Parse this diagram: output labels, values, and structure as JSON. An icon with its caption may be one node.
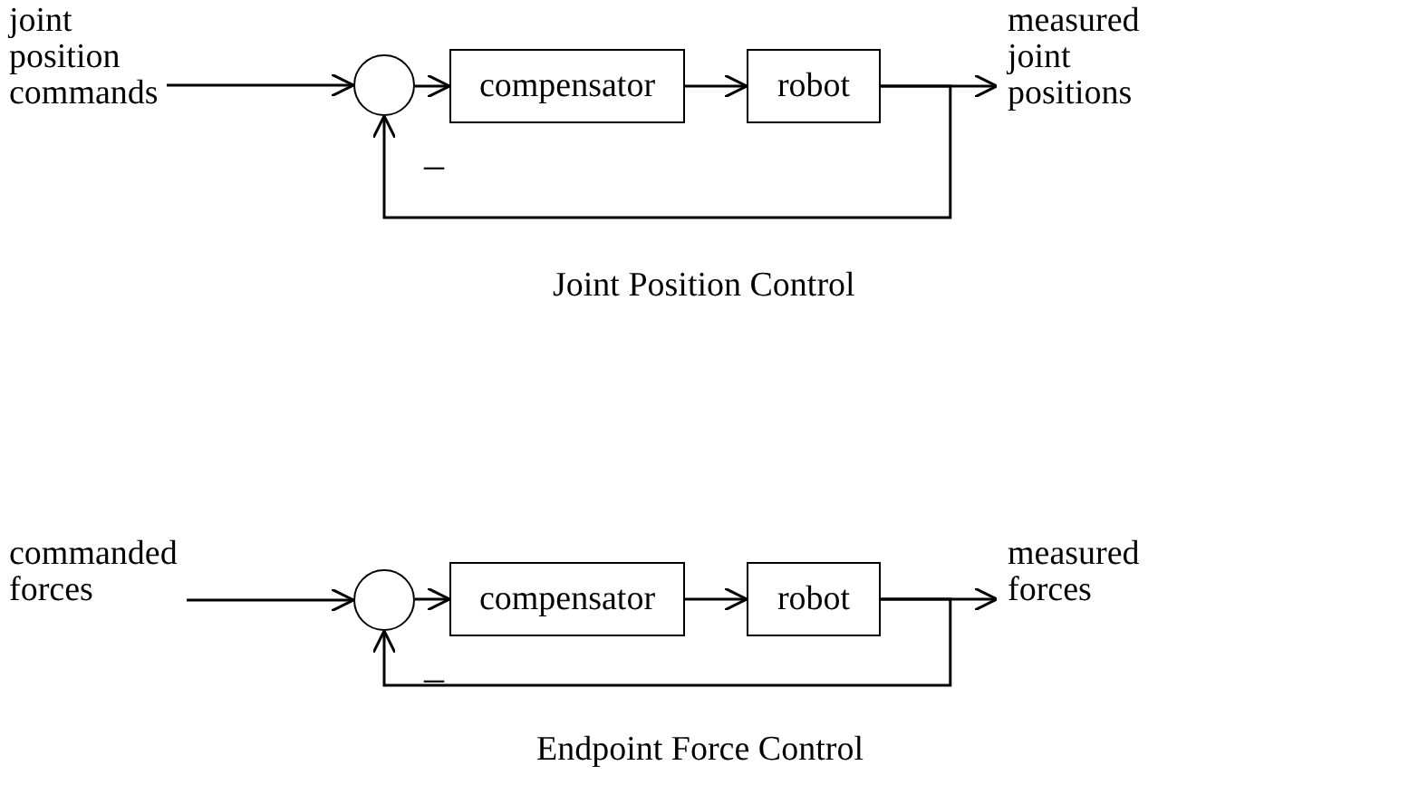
{
  "diagram": {
    "nodes": [
      {
        "text": [
          "joint position commands"
        ]
      },
      {
        "text": [],
        "shape": "circle"
      },
      {
        "text": [
          "compensator"
        ]
      },
      {
        "text": [
          "robot"
        ]
      },
      {
        "text": [
          "measured joint positions"
        ]
      },
      {
        "text": [
          "commanded forces"
        ]
      },
      {
        "text": [],
        "shape": "circle"
      },
      {
        "text": [
          "compensator"
        ]
      },
      {
        "text": [
          "robot"
        ]
      },
      {
        "text": [
          "measured forces"
        ]
      }
    ],
    "edges": [
      {
        "from": 0,
        "to": 1,
        "arrow": "to"
      },
      {
        "from": 1,
        "to": 2,
        "arrow": "to"
      },
      {
        "from": 2,
        "to": 3,
        "arrow": "to"
      },
      {
        "from": 3,
        "to": 4,
        "arrow": "to"
      },
      {
        "from": 3,
        "to": 1,
        "arrow": "to"
      },
      {
        "from": 5,
        "to": 6,
        "arrow": "to"
      },
      {
        "from": 6,
        "to": 7,
        "arrow": "to"
      },
      {
        "from": 7,
        "to": 8,
        "arrow": "to"
      },
      {
        "from": 8,
        "to": 9,
        "arrow": "to"
      },
      {
        "from": 8,
        "to": 6,
        "arrow": "to"
      }
    ],
    "labels": [
      "–",
      "Joint Position Control",
      "–",
      "Endpoint Force Control"
    ]
  }
}
